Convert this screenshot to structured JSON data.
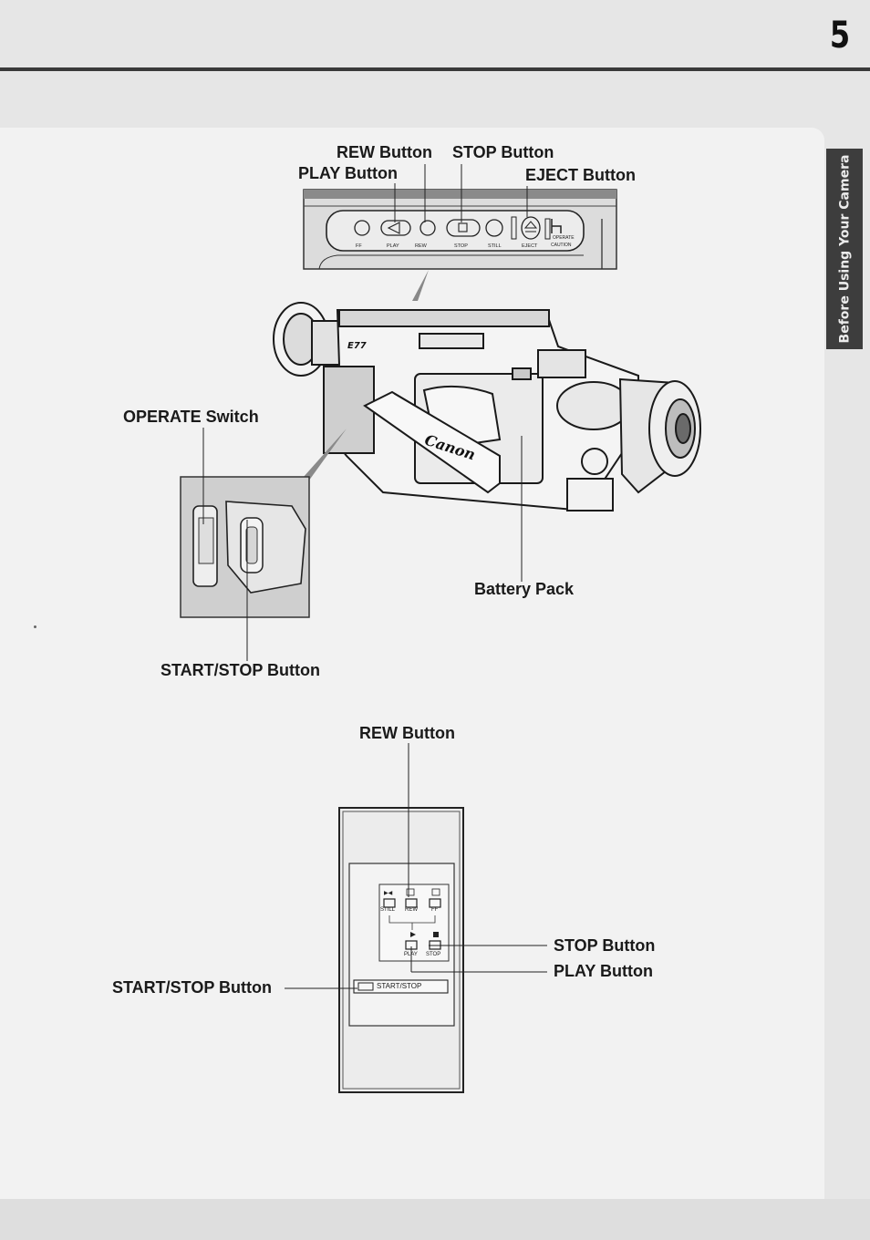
{
  "page": {
    "number": "5",
    "side_tab": "Before Using Your Camera"
  },
  "camera_panel": {
    "callouts": {
      "rew": "REW Button",
      "stop": "STOP Button",
      "play": "PLAY Button",
      "eject": "EJECT Button"
    },
    "panel_marks": [
      "FF",
      "PLAY",
      "REW",
      "STOP",
      "STILL",
      "EJECT",
      "OPERATE",
      "CAUTION"
    ],
    "callouts_body": {
      "operate": "OPERATE Switch",
      "battery": "Battery Pack",
      "start_stop": "START/STOP Button"
    },
    "brand": "Canon",
    "model": "E77"
  },
  "remote": {
    "callouts": {
      "rew": "REW Button",
      "stop": "STOP Button",
      "play": "PLAY Button",
      "start_stop": "START/STOP Button"
    },
    "key_labels": {
      "still": "STILL",
      "rew": "REW",
      "ff": "FF",
      "play": "PLAY",
      "stop": "STOP",
      "start_stop": "START/STOP"
    }
  }
}
